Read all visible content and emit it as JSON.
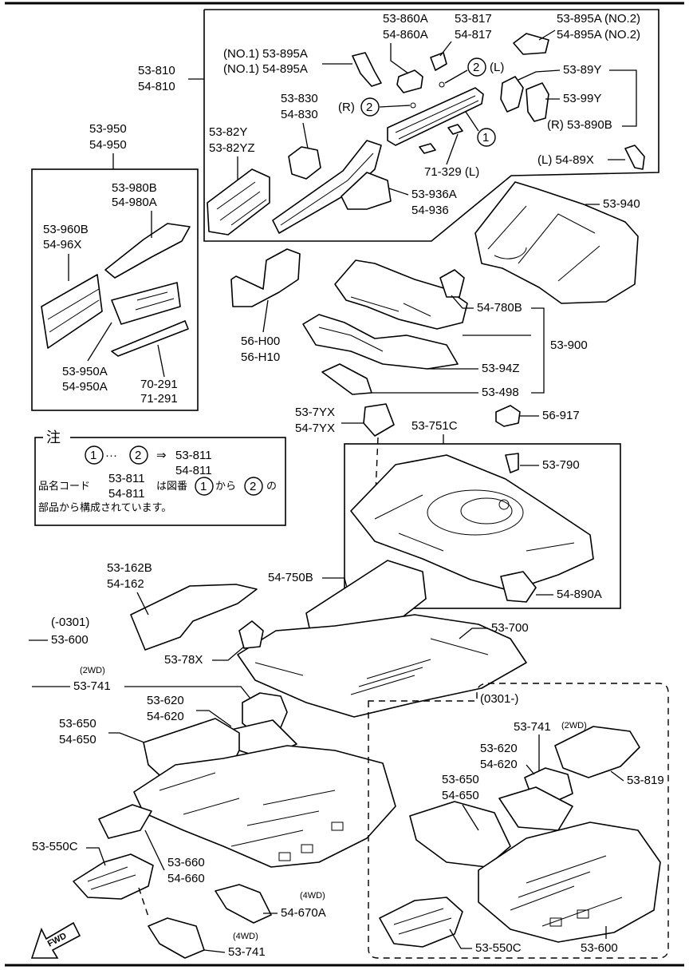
{
  "labels": {
    "l_53_810": "53-810",
    "l_54_810": "54-810",
    "l_53_950": "53-950",
    "l_54_950": "54-950",
    "l_53_860a": "53-860A",
    "l_54_860a": "54-860A",
    "l_53_817": "53-817",
    "l_54_817": "54-817",
    "l_53_895a_no2": "53-895A (NO.2)",
    "l_54_895a_no2": "54-895A (NO.2)",
    "l_53_895a_no1": "(NO.1) 53-895A",
    "l_54_895a_no1": "(NO.1) 54-895A",
    "l_l_side": "(L)",
    "l_r_side": "(R)",
    "l_53_89y": "53-89Y",
    "l_53_99y": "53-99Y",
    "l_53_890b": "(R) 53-890B",
    "l_53_830": "53-830",
    "l_54_830": "54-830",
    "l_53_82y": "53-82Y",
    "l_53_82yz": "53-82YZ",
    "l_71_329": "71-329 (L)",
    "l_53_936a": "53-936A",
    "l_54_936": "54-936",
    "l_54_89x": "(L) 54-89X",
    "l_53_940": "53-940",
    "l_53_980b": "53-980B",
    "l_54_980a": "54-980A",
    "l_53_960b": "53-960B",
    "l_54_96x": "54-96X",
    "l_53_950a": "53-950A",
    "l_54_950a": "54-950A",
    "l_70_291": "70-291",
    "l_71_291": "71-291",
    "l_56_h00": "56-H00",
    "l_56_h10": "56-H10",
    "l_54_780b": "54-780B",
    "l_53_900": "53-900",
    "l_53_94z": "53-94Z",
    "l_53_498": "53-498",
    "l_53_7yx": "53-7YX",
    "l_54_7yx": "54-7YX",
    "l_53_751c": "53-751C",
    "l_56_917": "56-917",
    "l_53_790": "53-790",
    "l_54_890a": "54-890A",
    "l_53_162b": "53-162B",
    "l_54_162": "54-162",
    "l_54_750b": "54-750B",
    "l_53_700": "53-700",
    "l_53_78x": "53-78X",
    "l_0301_pre": "(-0301)",
    "l_53_600": "53-600",
    "l_2wd": "(2WD)",
    "l_53_741": "53-741",
    "l_53_620": "53-620",
    "l_54_620": "54-620",
    "l_53_650": "53-650",
    "l_54_650": "54-650",
    "l_53_550c": "53-550C",
    "l_53_660": "53-660",
    "l_54_660": "54-660",
    "l_4wd_a": "(4WD)",
    "l_54_670a": "54-670A",
    "l_4wd_b": "(4WD)",
    "l_53_741_b": "53-741",
    "l_0301_post": "(0301-)",
    "l_53_741_r": "53-741",
    "l_2wd_r": "(2WD)",
    "l_53_620_r": "53-620",
    "l_54_620_r": "54-620",
    "l_53_650_r": "53-650",
    "l_54_650_r": "54-650",
    "l_53_819": "53-819",
    "l_53_550c_r": "53-550C",
    "l_53_600_r": "53-600",
    "circle_1": "1",
    "circle_2": "2",
    "fwd": "FWD"
  },
  "note": {
    "title": "注",
    "c1": "1",
    "dots": "···",
    "c2": "2",
    "arrow": "⇒",
    "part_a": "53-811",
    "part_b": "54-811",
    "line2_prefix": "品名コード",
    "line2_code_a": "53-811",
    "line2_code_b": "54-811",
    "line2_mid": "は図番",
    "line2_c1": "1",
    "line2_kara": "から",
    "line2_c2": "2",
    "line2_no": "の",
    "line3": "部品から構成されています。"
  }
}
